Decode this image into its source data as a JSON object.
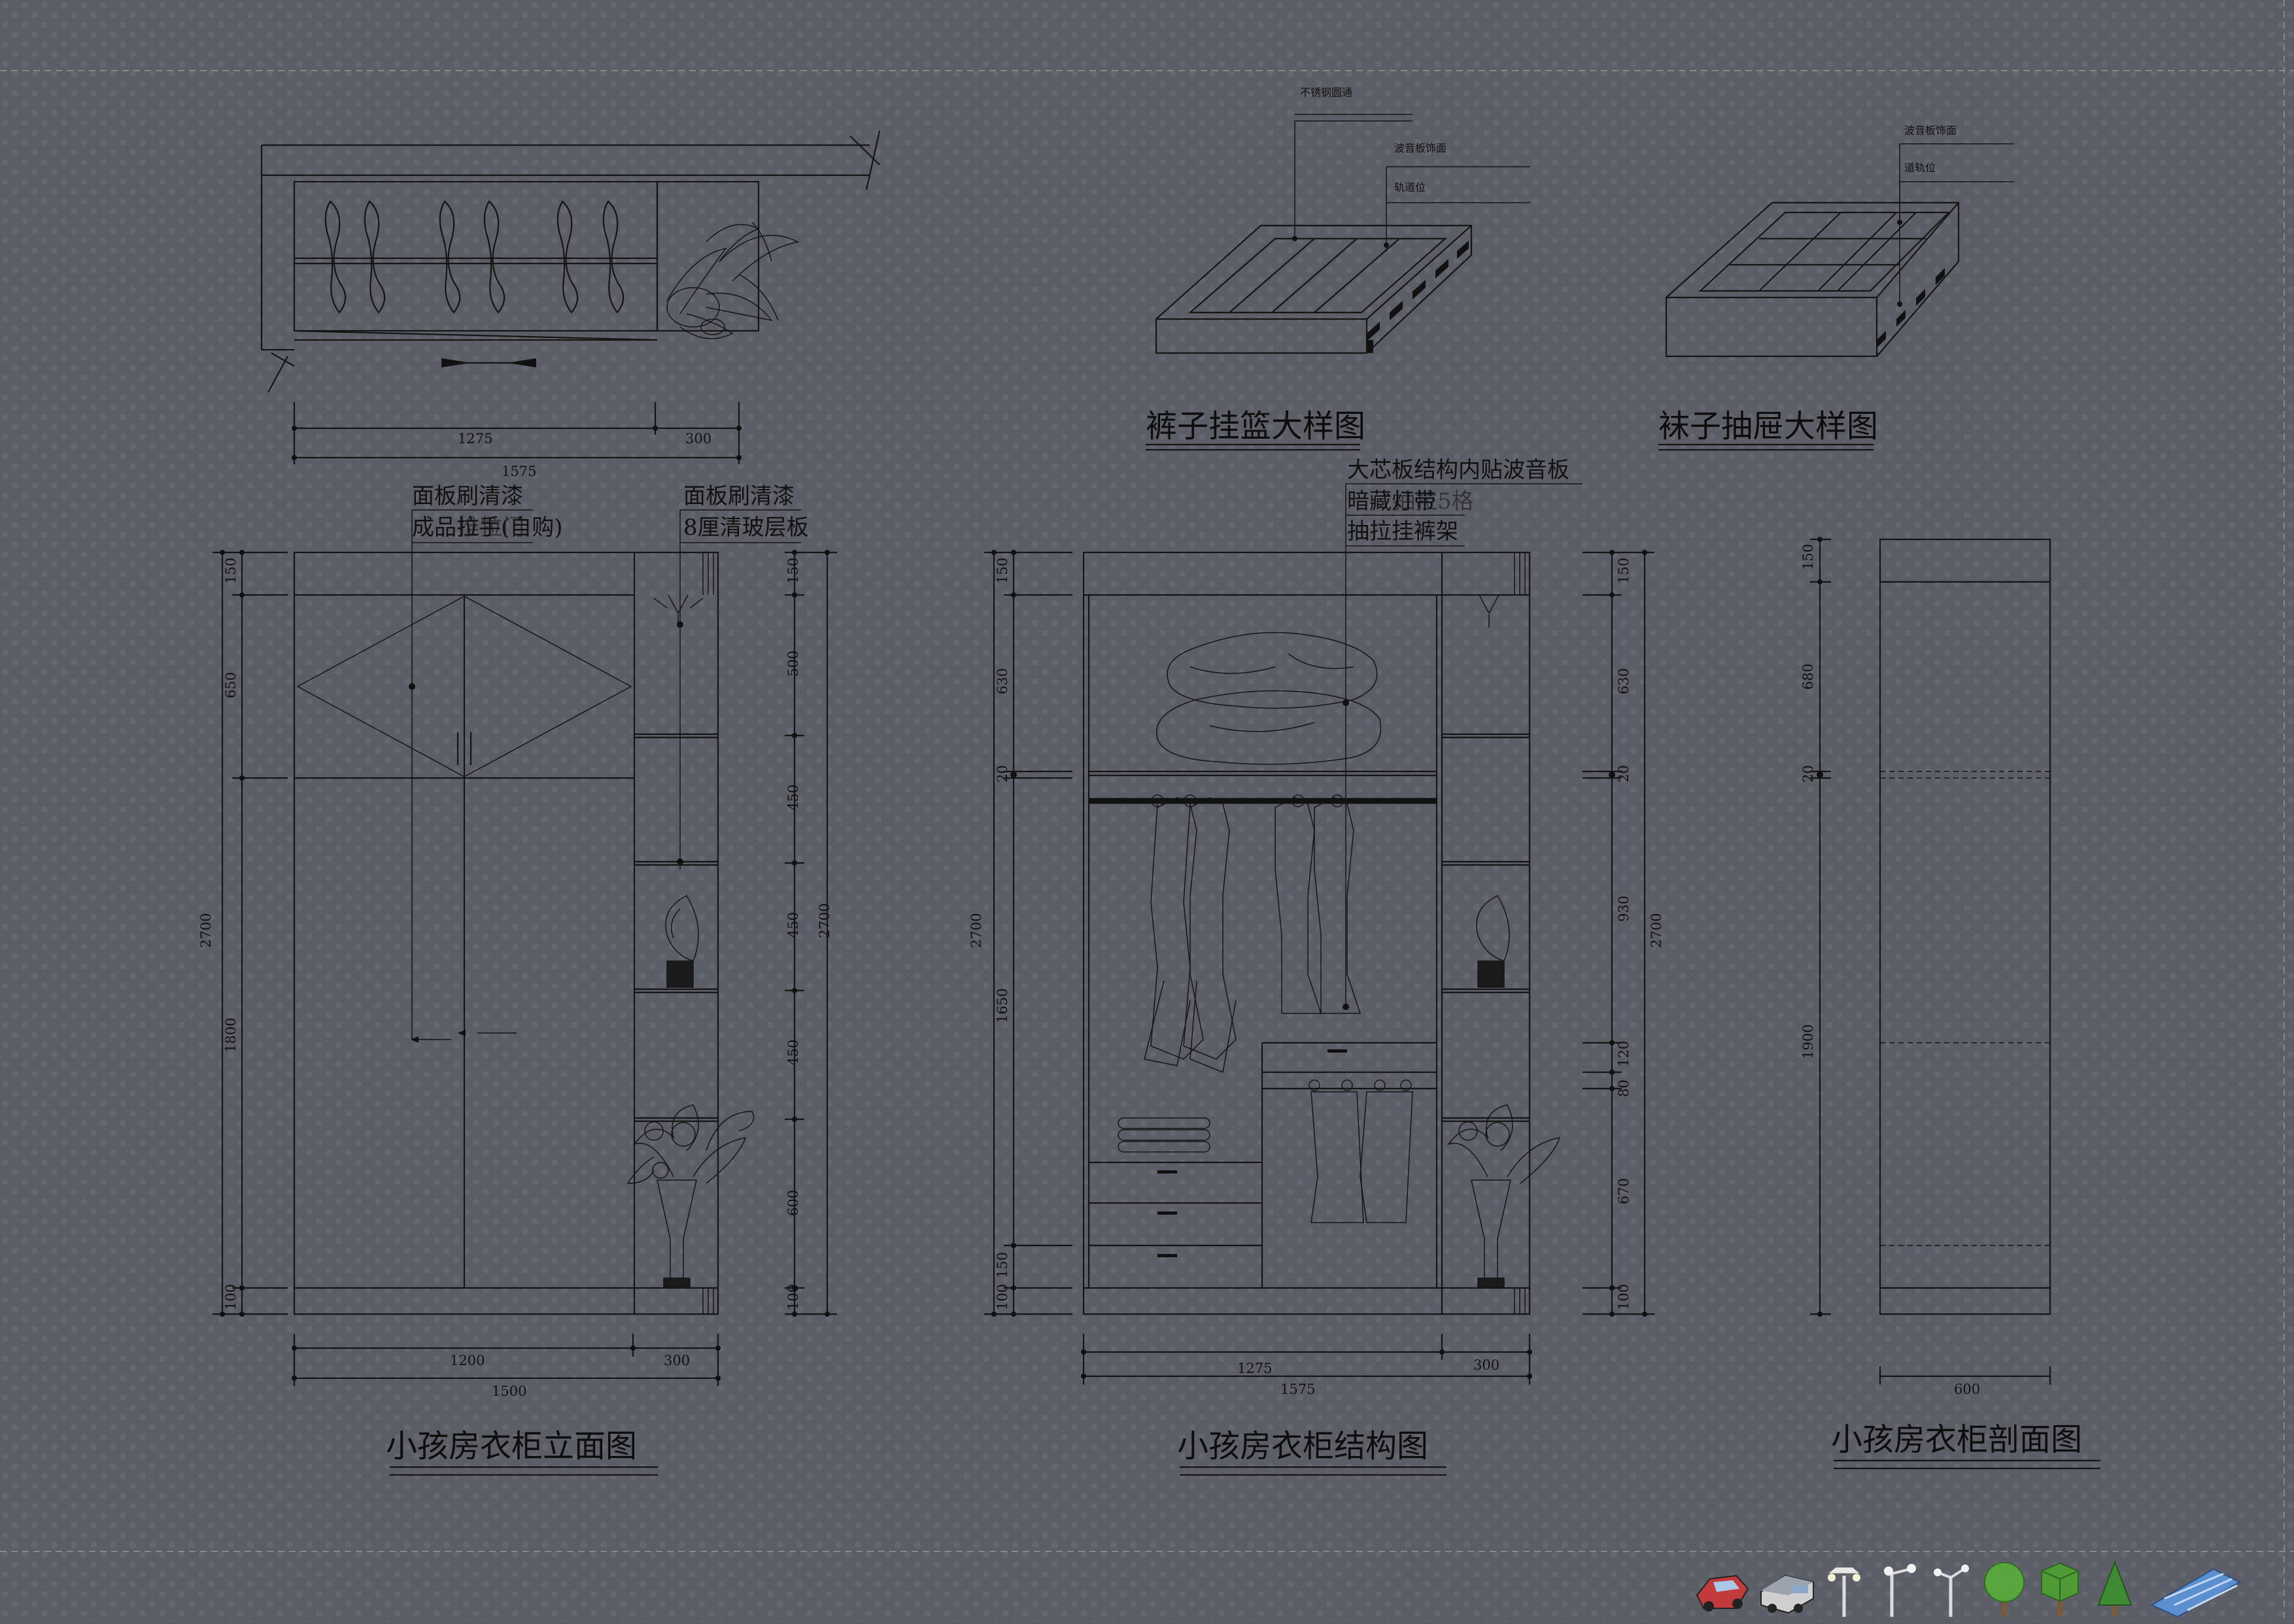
{
  "titles": {
    "elevation": "小孩房衣柜立面图",
    "structure": "小孩房衣柜结构图",
    "section": "小孩房衣柜剖面图",
    "pants_basket": "裤子挂篮大样图",
    "sock_drawer": "袜子抽屉大样图"
  },
  "notes": {
    "elev_note_1a": "面板刷清漆",
    "elev_note_1b": "成品拉手(自购)",
    "elev_note_1c": "推拉门",
    "elev_note_2a": "面板刷清漆",
    "elev_note_2b": "8厘清玻层板",
    "struct_note_a": "大芯板结构内贴波音板",
    "struct_note_b": "暗藏灯带",
    "struct_note_b2": "抽拉5格",
    "struct_note_c": "抽拉挂裤架",
    "basket_note_1": "不锈钢圆通",
    "basket_note_2": "波音板饰面",
    "basket_note_3": "轨道位",
    "drawer_note_1": "波音板饰面",
    "drawer_note_2": "道轨位"
  },
  "plan_dims": {
    "a": "1275",
    "b": "300",
    "total": "1575"
  },
  "elevation_dims": {
    "left_a": "150",
    "left_b": "650",
    "left_c": "1800",
    "left_d": "100",
    "left_total": "2700",
    "right_a": "150",
    "right_b": "500",
    "right_c": "450",
    "right_d": "450",
    "right_e": "450",
    "right_f": "600",
    "right_g": "100",
    "right_total": "2700",
    "bottom_a": "1200",
    "bottom_b": "300",
    "bottom_total": "1500"
  },
  "structure_dims": {
    "left_a": "150",
    "left_b": "630",
    "left_c": "20",
    "left_d": "1650",
    "left_e": "150",
    "left_f": "100",
    "left_total": "2700",
    "right_a": "150",
    "right_b": "630",
    "right_c": "20",
    "right_d": "930",
    "right_e": "120",
    "right_f": "80",
    "right_g": "670",
    "right_h": "100",
    "right_total": "2700",
    "bottom_a": "1275",
    "bottom_b": "300",
    "bottom_total": "1575"
  },
  "section_dims": {
    "a": "150",
    "b": "680",
    "c": "20",
    "d": "1900",
    "bottom": "600"
  },
  "toolbar": {
    "icons": [
      "car-icon",
      "van-icon",
      "street-lamp-icon",
      "street-lamp-2-icon",
      "street-lamp-3-icon",
      "round-tree-icon",
      "box-tree-icon",
      "cone-tree-icon",
      "solar-panel-icon"
    ]
  }
}
